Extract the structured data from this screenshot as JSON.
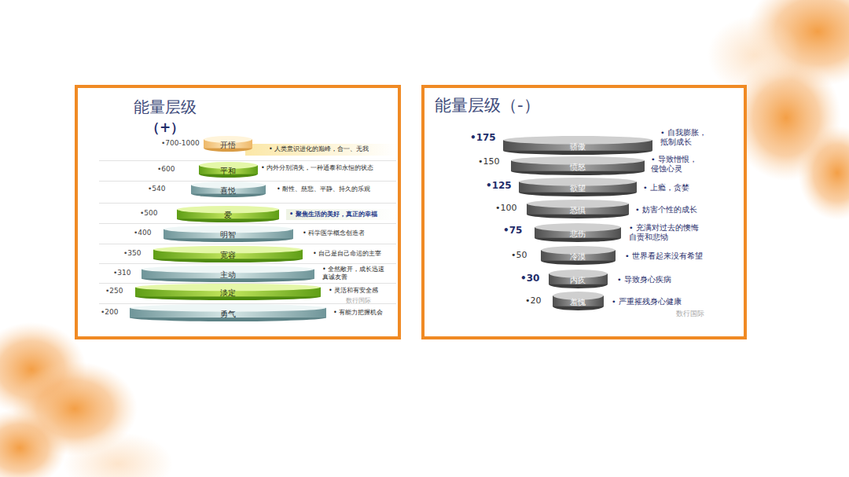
{
  "diagram": {
    "nodes": [
      {
        "text": [
          "能量层级",
          "（+）"
        ]
      },
      {
        "text": [
          "开悟"
        ],
        "in": 0
      },
      {
        "text": [
          "平和"
        ],
        "in": 0
      },
      {
        "text": [
          "喜悦"
        ],
        "in": 0
      },
      {
        "text": [
          "爱"
        ],
        "in": 0
      },
      {
        "text": [
          "明智"
        ],
        "in": 0
      },
      {
        "text": [
          "宽容"
        ],
        "in": 0
      },
      {
        "text": [
          "主动"
        ],
        "in": 0
      },
      {
        "text": [
          "淡定"
        ],
        "in": 0
      },
      {
        "text": [
          "勇气"
        ],
        "in": 0
      },
      {
        "text": [
          "能量层级（-）"
        ]
      },
      {
        "text": [
          "骄傲"
        ],
        "in": 10
      },
      {
        "text": [
          "愤怒"
        ],
        "in": 10
      },
      {
        "text": [
          "欲望"
        ],
        "in": 10
      },
      {
        "text": [
          "恐惧"
        ],
        "in": 10
      },
      {
        "text": [
          "悲伤"
        ],
        "in": 10
      },
      {
        "text": [
          "冷漠"
        ],
        "in": 10
      },
      {
        "text": [
          "内疚"
        ],
        "in": 10
      },
      {
        "text": [
          "羞愧"
        ],
        "in": 10
      }
    ],
    "labels": [
      "•700-1000",
      "• 人类意识进化的巅峰，合一、无我",
      "•600",
      "• 内外分别消失，一种通泰和永恒的状态",
      "•540",
      "• 耐性、慈悲、平静、持久的乐观",
      "•500",
      "• 聚焦生活的美好，真正的幸福",
      "•400",
      "• 科学医学概念创造者",
      "•350",
      "• 自己是自己命运的主宰",
      "•310",
      "• 全然敞开，成长迅速 真诚友善",
      "•250",
      "• 灵活和有安全感",
      "•200",
      "• 有能力把握机会",
      "数行国际",
      "•175",
      "• 自我膨胀，抵制成长",
      "•150",
      "• 导致憎恨，侵蚀心灵",
      "•125",
      "• 上瘾，贪婪",
      "•100",
      "• 妨害个性的成长",
      "•75",
      "• 充满对过去的懊悔 自责和悲恸",
      "•50",
      "• 世界看起来没有希望",
      "•30",
      "• 导致身心疾病",
      "•20",
      "• 严重摧残身心健康",
      "数行国际"
    ]
  }
}
